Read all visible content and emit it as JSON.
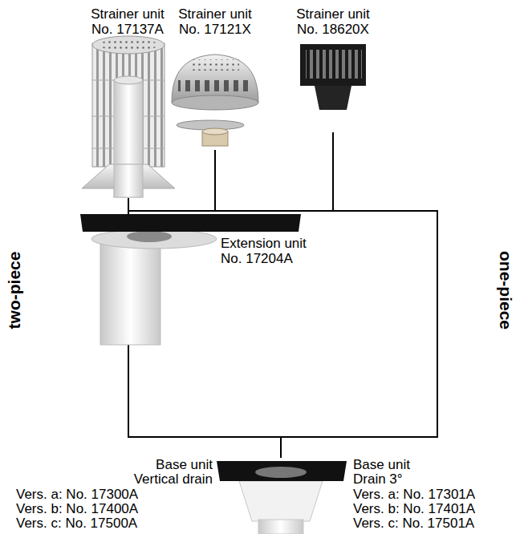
{
  "diagram": {
    "nodes": [
      {
        "text": [
          "Strainer unit No. 17137A"
        ]
      },
      {
        "text": [
          "Strainer unit No. 17121X"
        ]
      },
      {
        "text": [
          "Strainer unit No. 18620X"
        ]
      },
      {
        "text": [
          "Extension unit No. 17204A"
        ]
      },
      {
        "text": [
          "Base unit",
          "Vertical drain",
          "Vers. a: No. 17300A",
          "Vers. b: No. 17400A",
          "Vers. c: No. 17500A",
          "Base unit",
          "Drain 3°",
          "Vers. a: No. 17301A",
          "Vers. b: No. 17401A",
          "Vers. c: No. 17501A"
        ]
      }
    ],
    "edges": [
      {
        "from": 0,
        "to": 3,
        "arrow": "none"
      },
      {
        "from": 1,
        "to": 3,
        "arrow": "none"
      },
      {
        "from": 2,
        "to": 3,
        "arrow": "none"
      },
      {
        "from": 0,
        "to": 4,
        "arrow": "none"
      },
      {
        "from": 1,
        "to": 4,
        "arrow": "none"
      },
      {
        "from": 2,
        "to": 4,
        "arrow": "none"
      },
      {
        "from": 3,
        "to": 4,
        "arrow": "none"
      }
    ],
    "labels": [
      "two-piece",
      "one-piece"
    ]
  }
}
